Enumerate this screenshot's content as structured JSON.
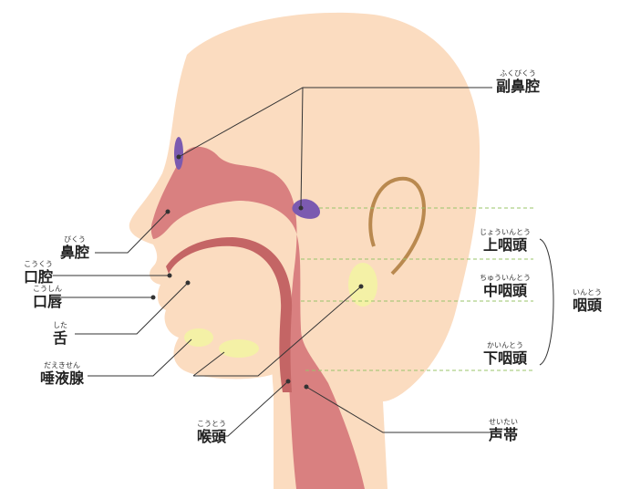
{
  "colors": {
    "skin": "#fbdcc0",
    "tract": "#d98080",
    "tract_dark": "#c46565",
    "inner": "#fbdcc0",
    "ear": "#b9894f",
    "sinus": "#7b5ab0",
    "gland": "#f4f1a6",
    "leader": "#333333",
    "dash": "#99c46a"
  },
  "labels": {
    "sinus": {
      "ruby": "ふくびくう",
      "text": "副鼻腔"
    },
    "nasal": {
      "ruby": "びくう",
      "text": "鼻腔"
    },
    "oral": {
      "ruby": "こうくう",
      "text": "口腔"
    },
    "lips": {
      "ruby": "こうしん",
      "text": "口唇"
    },
    "tongue": {
      "ruby": "した",
      "text": "舌"
    },
    "salivary": {
      "ruby": "だえきせん",
      "text": "唾液腺"
    },
    "larynx": {
      "ruby": "こうとう",
      "text": "喉頭"
    },
    "vocal": {
      "ruby": "せいたい",
      "text": "声帯"
    },
    "upper_pharynx": {
      "ruby": "じょういんとう",
      "text": "上咽頭"
    },
    "mid_pharynx": {
      "ruby": "ちゅういんとう",
      "text": "中咽頭"
    },
    "lower_pharynx": {
      "ruby": "かいんとう",
      "text": "下咽頭"
    },
    "pharynx": {
      "ruby": "いんとう",
      "text": "咽頭"
    }
  }
}
